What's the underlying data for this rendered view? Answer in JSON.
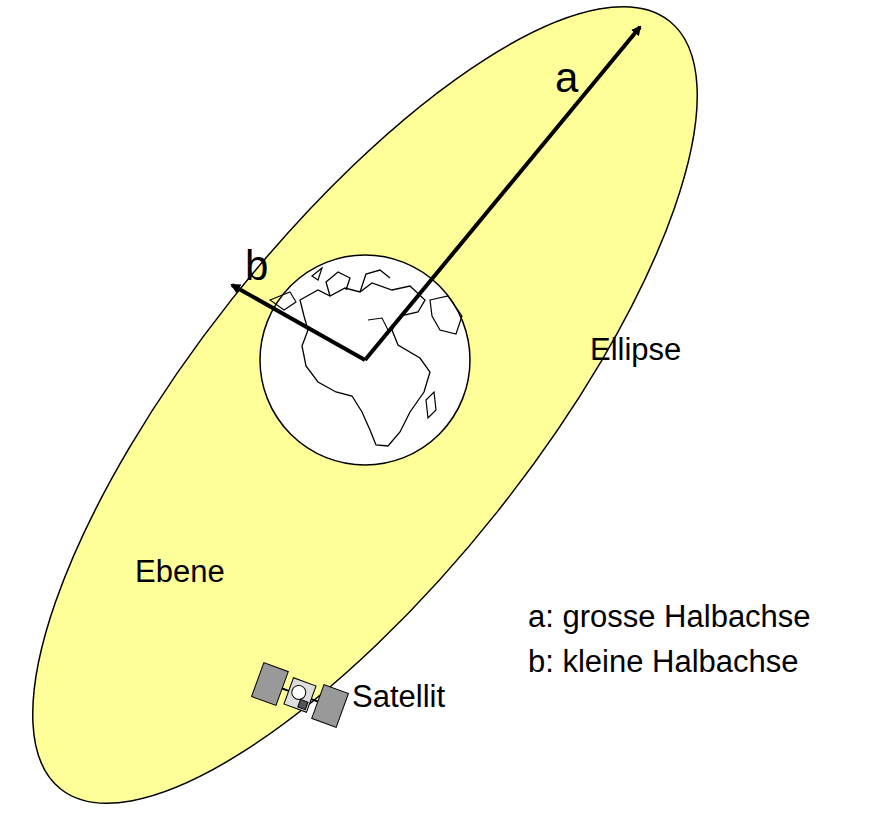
{
  "diagram": {
    "labels": [
      "a",
      "b",
      "Ellipse",
      "Ebene",
      "a: grosse Halbachse",
      "b: kleine Halbachse",
      "Satellit"
    ]
  }
}
